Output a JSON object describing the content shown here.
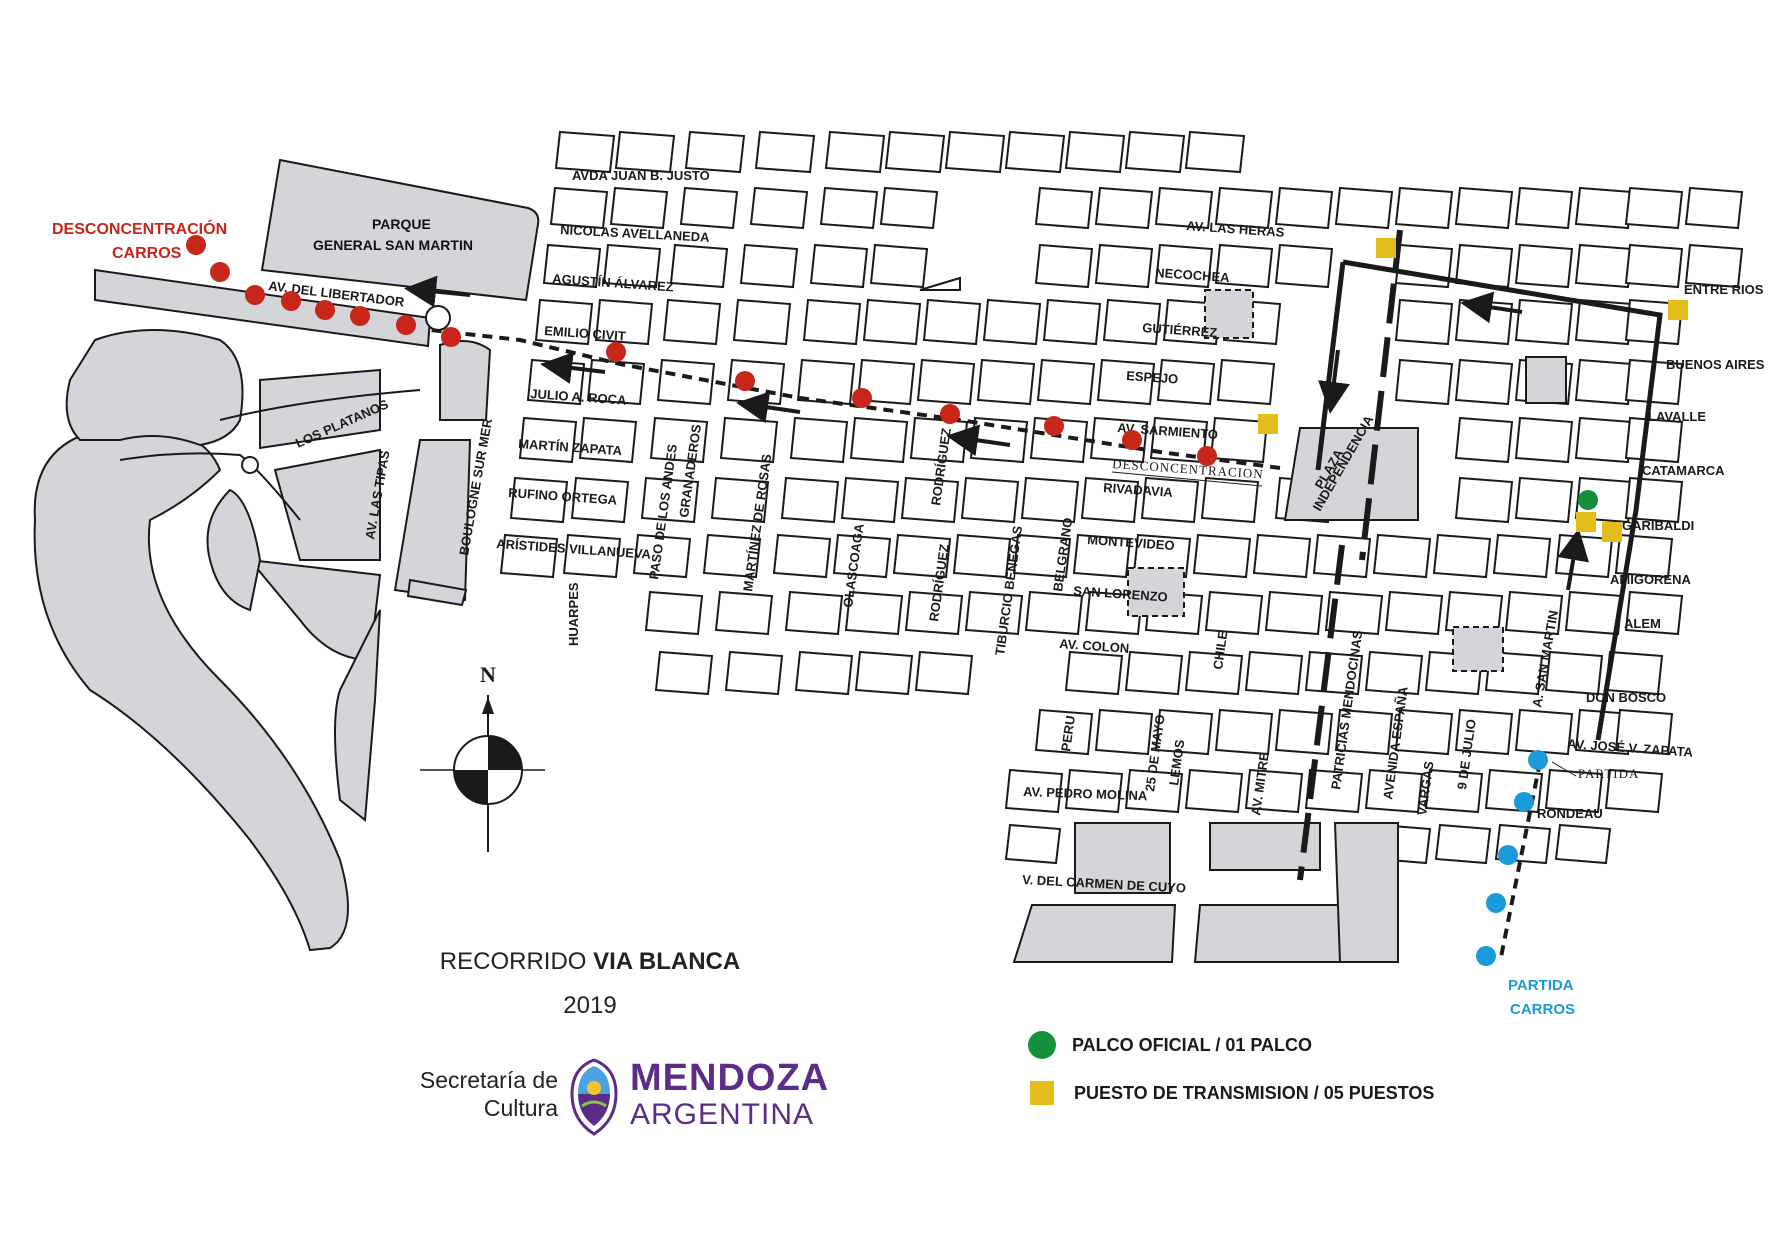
{
  "map": {
    "park_name_line1": "PARQUE",
    "park_name_line2": "GENERAL SAN MARTIN",
    "plaza_line1": "PLAZA",
    "plaza_line2": "INDEPENDENCIA",
    "end_label_line1": "DESCONCENTRACIÓN",
    "end_label_line2": "CARROS",
    "end_point_label": "DESCONCENTRACION",
    "start_label_line1": "PARTIDA",
    "start_label_line2": "CARROS",
    "start_point_label": "PARTIDA",
    "north_label": "N",
    "streets": {
      "juan_b_justo": "AVDA JUAN B. JUSTO",
      "avellaneda": "NICOLAS AVELLANEDA",
      "alvarez": "AGUSTÍN ÁLVAREZ",
      "libertador": "AV. DEL LIBERTADOR",
      "civit": "EMILIO CIVIT",
      "roca": "JULIO A. ROCA",
      "platanos": "LOS PLATANOS",
      "zapata": "MARTÍN ZAPATA",
      "ortega": "RUFINO ORTEGA",
      "villanueva": "ARÍSTIDES VILLANUEVA",
      "tipas": "AV. LAS TIPAS",
      "boulogne": "BOULOGNE SUR MER",
      "huarpes": "HUARPES",
      "paso_andes": "PASO DE LOS ANDES",
      "granaderos": "GRANADEROS",
      "martinez_rosas": "MARTÍNEZ DE ROSAS",
      "olascoaga": "OLASCOAGA",
      "rodriguez_1": "RODRÍGUEZ",
      "rodriguez_2": "RODRÍGUEZ",
      "benegas": "TIBURCIO BENEGAS",
      "belgrano": "BELGRANO",
      "las_heras": "AV. LAS HERAS",
      "necochea": "NECOCHEA",
      "gutierrez": "GUTIÉRREZ",
      "espejo": "ESPEJO",
      "sarmiento": "AV. SARMIENTO",
      "rivadavia": "RIVADAVIA",
      "montevideo": "MONTEVIDEO",
      "san_lorenzo": "SAN LORENZO",
      "colon": "AV.  COLON",
      "chile": "CHILE",
      "peru": "PERU",
      "mayo": "25 DE MAYO",
      "lemos": "LEMOS",
      "mitre": "AV. MITRE",
      "patricias": "PATRICIAS MENDOCINAS",
      "espana": "AVENIDA ESPAÑA",
      "vargas": "VARGAS",
      "julio": "9 DE JULIO",
      "san_martin": "A. SAN MARTIN",
      "entre_rios": "ENTRE RIOS",
      "buenos_aires": "BUENOS AIRES",
      "lavalle": "LAVALLE",
      "catamarca": "CATAMARCA",
      "garibaldi": "GARIBALDI",
      "amigorena": "AMIGORENA",
      "alem": "ALEM",
      "don_bosco": "DON BOSCO",
      "jose_zapata": "AV. JOSÉ V. ZAPATA",
      "rondeau": "RONDEAU",
      "pedro_molina": "AV.  PEDRO MOLINA",
      "carmen_cuyo": "V. DEL CARMEN DE CUYO"
    }
  },
  "title": {
    "prefix": "RECORRIDO ",
    "bold": "VIA BLANCA",
    "year": "2019"
  },
  "brand": {
    "secretaria_line1": "Secretaría de",
    "secretaria_line2": "Cultura",
    "mendoza": "MENDOZA",
    "argentina": "ARGENTINA"
  },
  "legend": {
    "palco": "PALCO OFICIAL / 01 PALCO",
    "transmision": "PUESTO DE TRANSMISION / 05 PUESTOS"
  },
  "colors": {
    "end_points": "#c8251b",
    "start_points": "#1a9ad9",
    "palco": "#14913c",
    "transmision": "#e3bd1b",
    "brand": "#5b2d86",
    "park_fill": "#d3d5d8"
  }
}
